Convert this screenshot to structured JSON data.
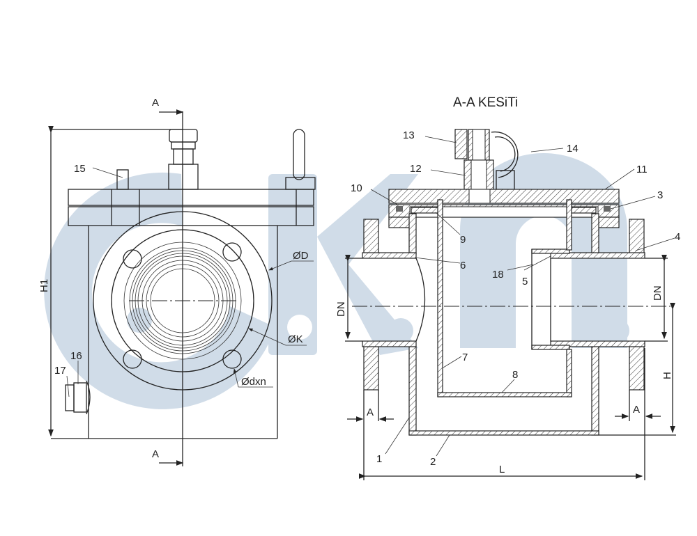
{
  "title": "A-A KESiTi",
  "section_marker": "A",
  "front_view": {
    "dimensions": {
      "overall_height": "H1",
      "outer_diameter": "ØD",
      "bolt_circle": "ØK",
      "bolt_holes": "Ødxn"
    },
    "parts": [
      "15",
      "16",
      "17"
    ]
  },
  "section_view": {
    "dimensions": {
      "nominal_diameter": "DN",
      "height": "H",
      "flange_thickness": "A",
      "length": "L"
    },
    "parts": [
      "1",
      "2",
      "3",
      "4",
      "5",
      "6",
      "7",
      "8",
      "9",
      "10",
      "11",
      "12",
      "13",
      "14",
      "18"
    ]
  },
  "colors": {
    "line": "#222222",
    "watermark": "#c8d6e4"
  }
}
